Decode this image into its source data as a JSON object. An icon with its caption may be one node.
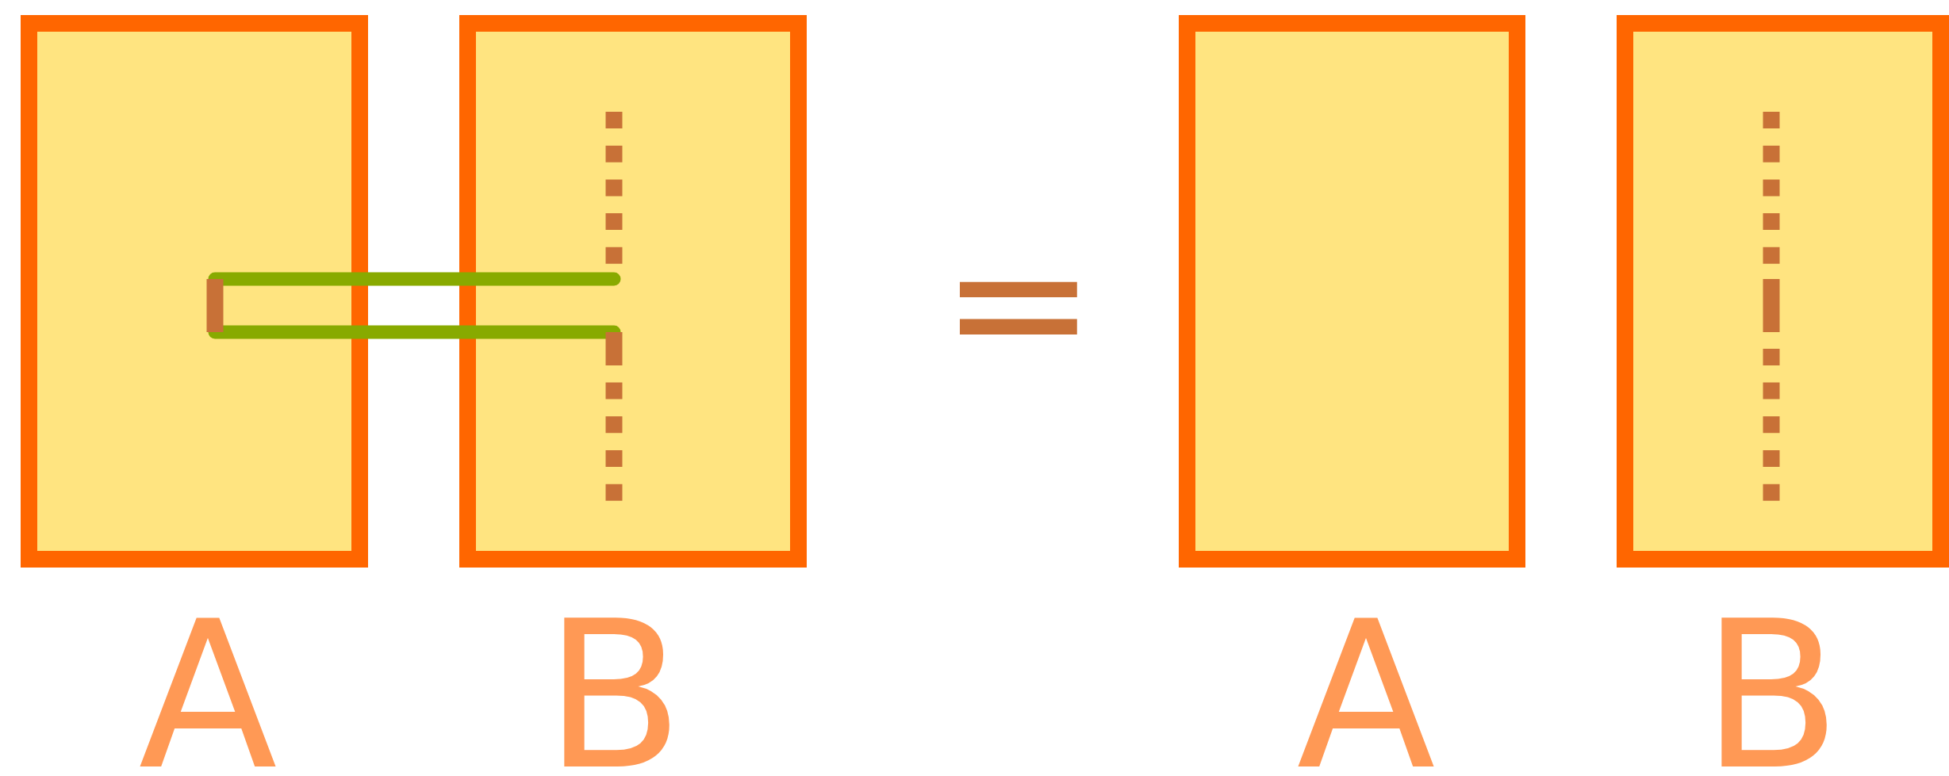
{
  "diagram": {
    "nodes": [
      {
        "text": [
          "A"
        ]
      },
      {
        "text": [
          "B"
        ]
      },
      {
        "text": [
          "A"
        ]
      },
      {
        "text": [
          "B"
        ]
      }
    ],
    "labels": [
      "="
    ]
  }
}
